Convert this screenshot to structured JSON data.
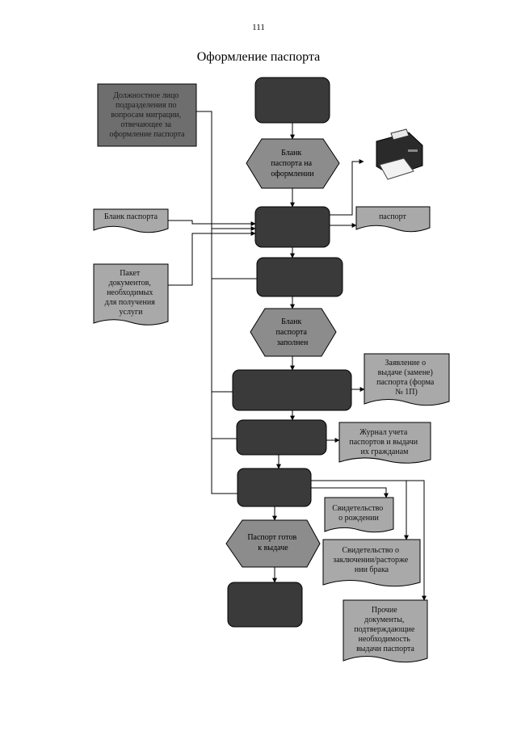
{
  "page": {
    "number": "111",
    "title": "Оформление паспорта"
  },
  "nodes": {
    "official": [
      "Должностное лицо",
      "подразделения по",
      "вопросам миграции,",
      "отвечающее за",
      "оформление паспорта"
    ],
    "blank_on_processing": [
      "Бланк",
      "паспорта на",
      "оформлении"
    ],
    "passport_blank": [
      "Бланк паспорта"
    ],
    "passport_output": [
      "паспорт"
    ],
    "document_package": [
      "Пакет",
      "документов,",
      "необходимых",
      "для получения",
      "услуги"
    ],
    "blank_filled": [
      "Бланк",
      "паспорта",
      "заполнен"
    ],
    "application": [
      "Заявление о",
      "выдаче (замене)",
      "паспорта (форма",
      "№ 1П)"
    ],
    "journal": [
      "Журнал учета",
      "паспортов и выдачи",
      "их гражданам"
    ],
    "birth_certificate": [
      "Свидетельство",
      "о рождении"
    ],
    "marriage_certificate": [
      "Свидетельство о",
      "заключении/расторже",
      "нии брака"
    ],
    "other_documents": [
      "Прочие",
      "документы,",
      "подтверждающие",
      "необходимость",
      "выдачи паспорта"
    ],
    "passport_ready": [
      "Паспорт готов",
      "к выдаче"
    ]
  },
  "colors": {
    "process_fill": "#3a3a3a",
    "diamond_fill": "#8c8c8c",
    "document_fill": "#a9a9a9",
    "official_fill": "#6e6e6e",
    "line": "#000000"
  }
}
